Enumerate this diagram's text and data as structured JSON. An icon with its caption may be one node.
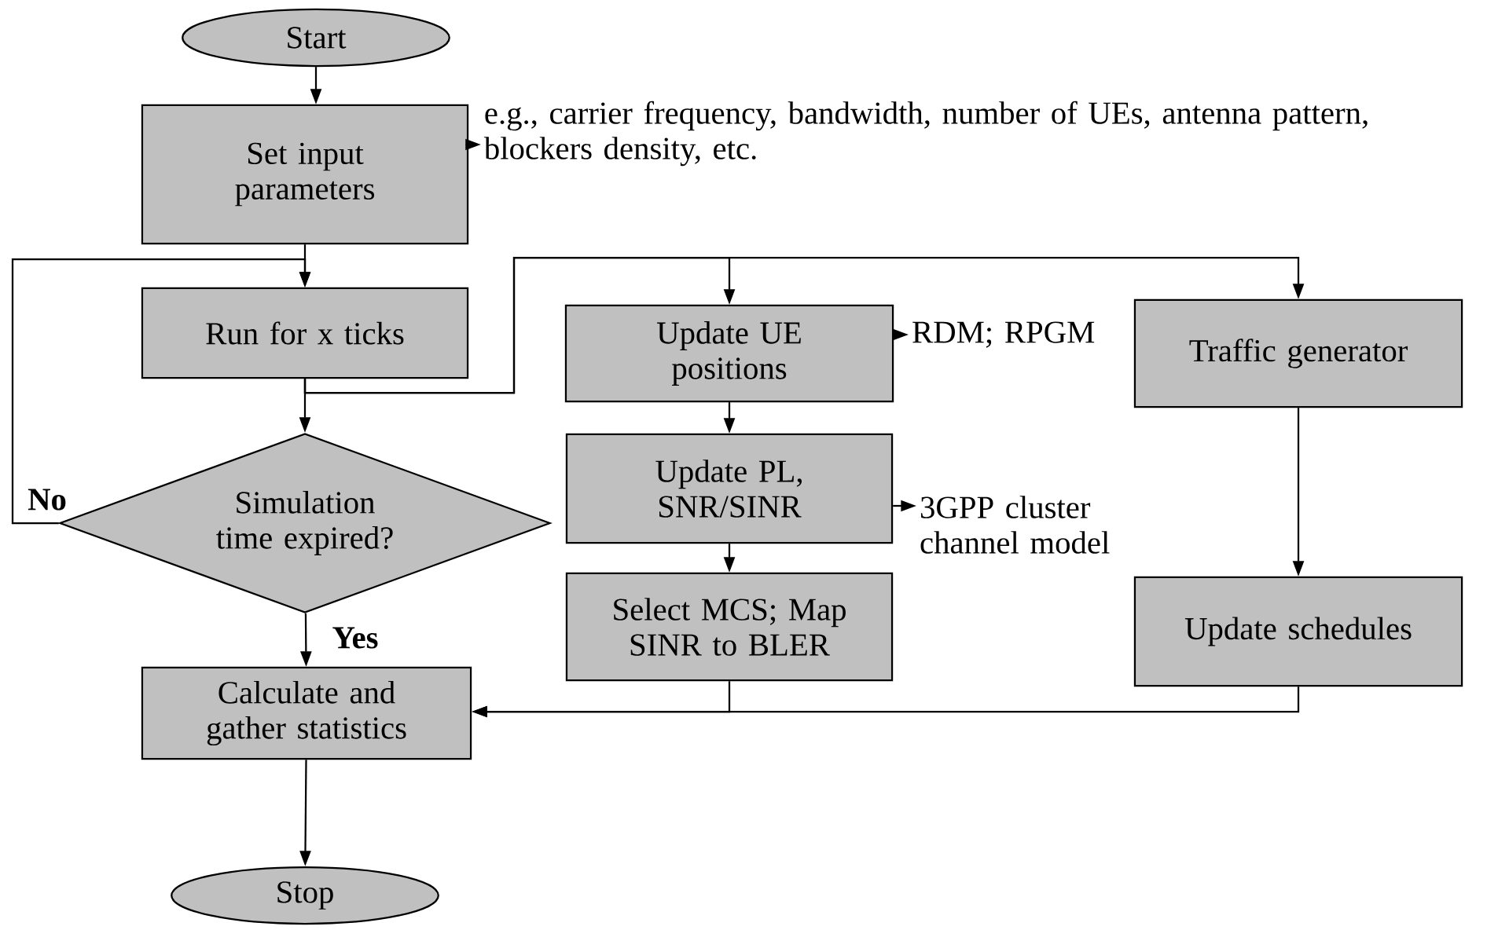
{
  "diagram": {
    "nodes": [
      {
        "text": [
          "Start"
        ]
      },
      {
        "text": [
          "Set input parameters"
        ]
      },
      {
        "text": [
          "e.g., carrier frequency, bandwidth, number of UEs, antenna pattern, blockers density, etc."
        ]
      },
      {
        "text": [
          "Run for x ticks"
        ]
      },
      {
        "text": [
          "Simulation time expired?"
        ]
      },
      {
        "text": [
          "Calculate and gather statistics"
        ]
      },
      {
        "text": [
          "Stop"
        ]
      },
      {
        "text": [
          "Update UE positions"
        ]
      },
      {
        "text": [
          "RDM; RPGM"
        ]
      },
      {
        "text": [
          "Traffic generator"
        ]
      },
      {
        "text": [
          "Update PL, SNR/SINR"
        ]
      },
      {
        "text": [
          "3GPP cluster channel model"
        ]
      },
      {
        "text": [
          "Select MCS; Map SINR to BLER"
        ]
      },
      {
        "text": [
          "Update schedules"
        ]
      }
    ],
    "edges": [
      {
        "from": 0,
        "to": 1,
        "arrow": "to"
      },
      {
        "from": 1,
        "to": 2,
        "arrow": "to"
      },
      {
        "from": 1,
        "to": 3,
        "arrow": "to"
      },
      {
        "from": 3,
        "to": 4,
        "arrow": "to"
      },
      {
        "from": 3,
        "to": 7,
        "arrow": "to"
      },
      {
        "from": 3,
        "to": 9,
        "arrow": "to"
      },
      {
        "from": 4,
        "to": 3,
        "arrow": "to",
        "label": "No"
      },
      {
        "from": 4,
        "to": 5,
        "arrow": "to",
        "label": "Yes"
      },
      {
        "from": 7,
        "to": 8,
        "arrow": "to"
      },
      {
        "from": 7,
        "to": 10,
        "arrow": "to"
      },
      {
        "from": 10,
        "to": 11,
        "arrow": "to"
      },
      {
        "from": 10,
        "to": 12,
        "arrow": "to"
      },
      {
        "from": 9,
        "to": 13,
        "arrow": "to"
      },
      {
        "from": 12,
        "to": 5,
        "arrow": "to"
      },
      {
        "from": 13,
        "to": 5,
        "arrow": "to"
      },
      {
        "from": 5,
        "to": 6,
        "arrow": "to"
      }
    ]
  }
}
